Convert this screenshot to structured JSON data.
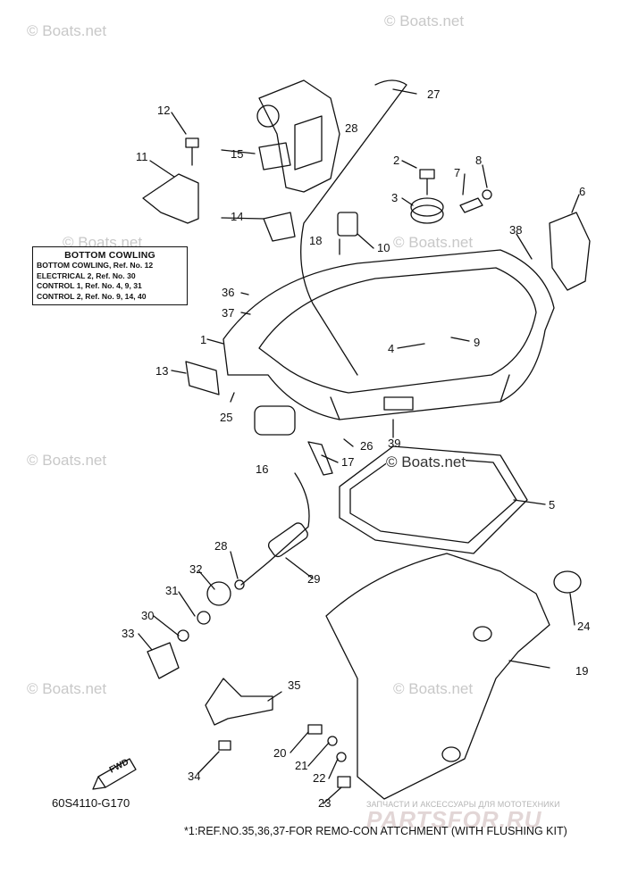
{
  "watermark": "© Boats.net",
  "watermark_highlight": "© Boats.net",
  "infobox": {
    "title": "BOTTOM COWLING",
    "lines": [
      "BOTTOM COWLING,  Ref. No. 12",
      "ELECTRICAL 2,  Ref. No. 30",
      "CONTROL 1,  Ref. No. 4, 9, 31",
      "CONTROL 2,  Ref. No. 9, 14, 40"
    ]
  },
  "callouts": [
    "1",
    "2",
    "3",
    "4",
    "5",
    "6",
    "7",
    "8",
    "9",
    "10",
    "11",
    "12",
    "13",
    "14",
    "15",
    "16",
    "17",
    "18",
    "19",
    "20",
    "21",
    "22",
    "23",
    "24",
    "25",
    "26",
    "27",
    "28",
    "28",
    "29",
    "30",
    "31",
    "32",
    "33",
    "34",
    "35",
    "36",
    "37",
    "38",
    "39"
  ],
  "fwd_label": "FWD",
  "diagram_code": "60S4110-G170",
  "footnote": "*1:REF.NO.35,36,37-FOR REMO-CON ATTCHMENT (WITH FLUSHING KIT)",
  "shop_text": "ЗАПЧАСТИ И АКСЕССУАРЫ ДЛЯ МОТОТЕХНИКИ",
  "shop_logo": "PARTSFOR.RU"
}
